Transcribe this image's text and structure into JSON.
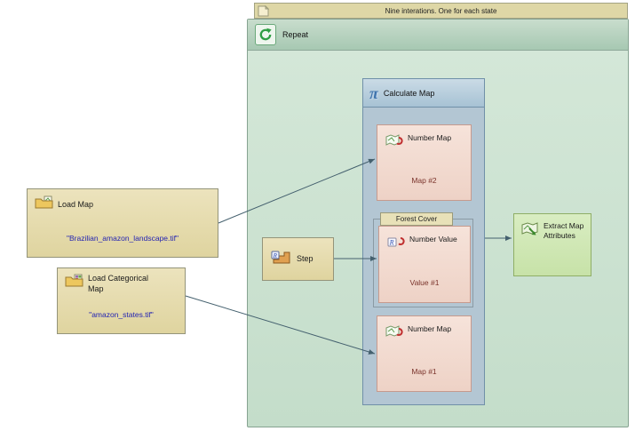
{
  "colors": {
    "note_bg": "#ded7a6",
    "repeat_header_bg": "#b2d0bd",
    "repeat_body_bg": "#cfe3d4",
    "calc_header_bg": "#bcd2e0",
    "calc_body_bg": "#b3c6d3",
    "functor_pink_bg": "#f3dcd2",
    "functor_tan_bg": "#e8deb2",
    "extract_green_bg": "#d2e7b6",
    "value_text": "#2424b2",
    "port_text": "#7a332b",
    "connector": "#44606e"
  },
  "diagram": {
    "note": "Nine interations. One for each state",
    "repeat": {
      "label": "Repeat"
    },
    "calculate_map": {
      "label": "Calculate Map",
      "number_map_2": {
        "label": "Number Map",
        "port": "Map #2"
      },
      "forest_cover": {
        "label": "Forest Cover",
        "number_value": {
          "label": "Number Value",
          "port": "Value #1"
        }
      },
      "number_map_1": {
        "label": "Number Map",
        "port": "Map #1"
      }
    },
    "extract_map_attributes": {
      "label": "Extract Map Attributes"
    },
    "load_map": {
      "label": "Load Map",
      "value": "\"Brazilian_amazon_landscape.tif\""
    },
    "load_categorical_map": {
      "label": "Load Categorical Map",
      "value": "\"amazon_states.tif\""
    },
    "step": {
      "label": "Step"
    }
  }
}
